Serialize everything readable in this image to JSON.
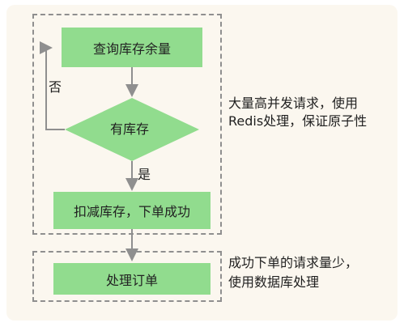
{
  "colors": {
    "box_fill": "#91dc8e",
    "line": "#8f8f8f",
    "background": "#fbf7ef",
    "text": "#222222"
  },
  "nodes": {
    "query": "查询库存余量",
    "decision": "有库存",
    "deduct": "扣减库存，下单成功",
    "process": "处理订单"
  },
  "edges": {
    "no": "否",
    "yes": "是"
  },
  "notes": {
    "redis_line1": "大量高并发请求，使用",
    "redis_line2": "Redis处理，保证原子性",
    "db_line1": "成功下单的请求量少，",
    "db_line2": "使用数据库处理"
  }
}
